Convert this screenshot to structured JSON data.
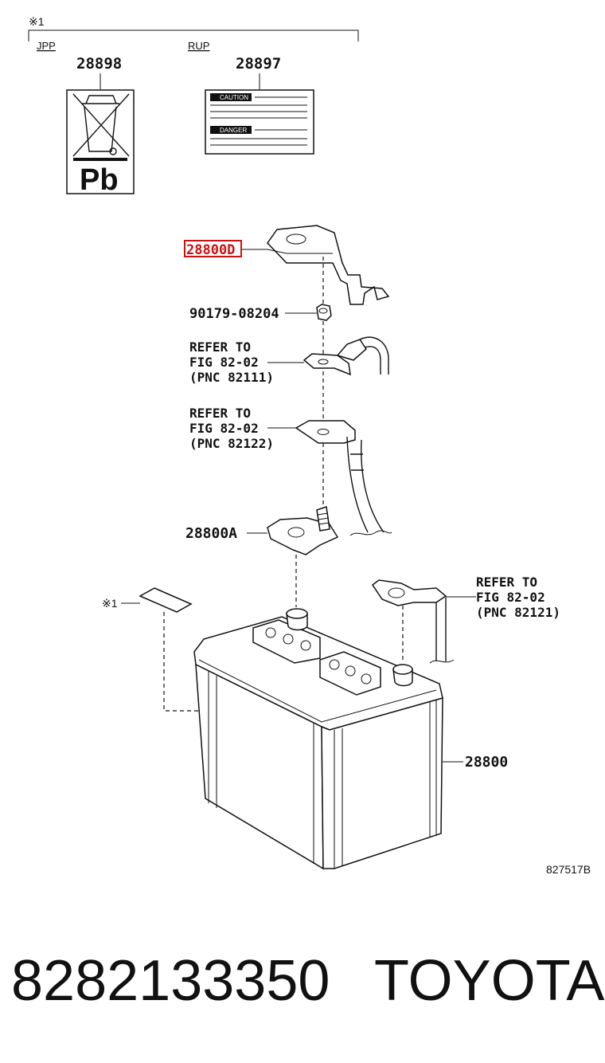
{
  "note_mark": "※1",
  "variants": [
    {
      "region": "JPP",
      "part_no": "28898",
      "label_text": "Pb"
    },
    {
      "region": "RUP",
      "part_no": "28897",
      "label_lines": [
        "CAUTION",
        "DANGER"
      ]
    }
  ],
  "callouts": {
    "cover": "28800D",
    "nut": "90179-08204",
    "plus_terminal": "28800A",
    "battery": "28800",
    "sticker": "※1"
  },
  "references": [
    {
      "lines": [
        "REFER TO",
        "FIG 82-02",
        "(PNC 82111)"
      ]
    },
    {
      "lines": [
        "REFER TO",
        "FIG 82-02",
        "(PNC 82122)"
      ]
    },
    {
      "lines": [
        "REFER TO",
        "FIG 82-02",
        "(PNC 82121)"
      ]
    }
  ],
  "figure_code": "827517B",
  "footer": {
    "part_number": "8282133350",
    "brand": "TOYOTA"
  },
  "colors": {
    "highlight": "#d01010",
    "ink": "#111111"
  }
}
